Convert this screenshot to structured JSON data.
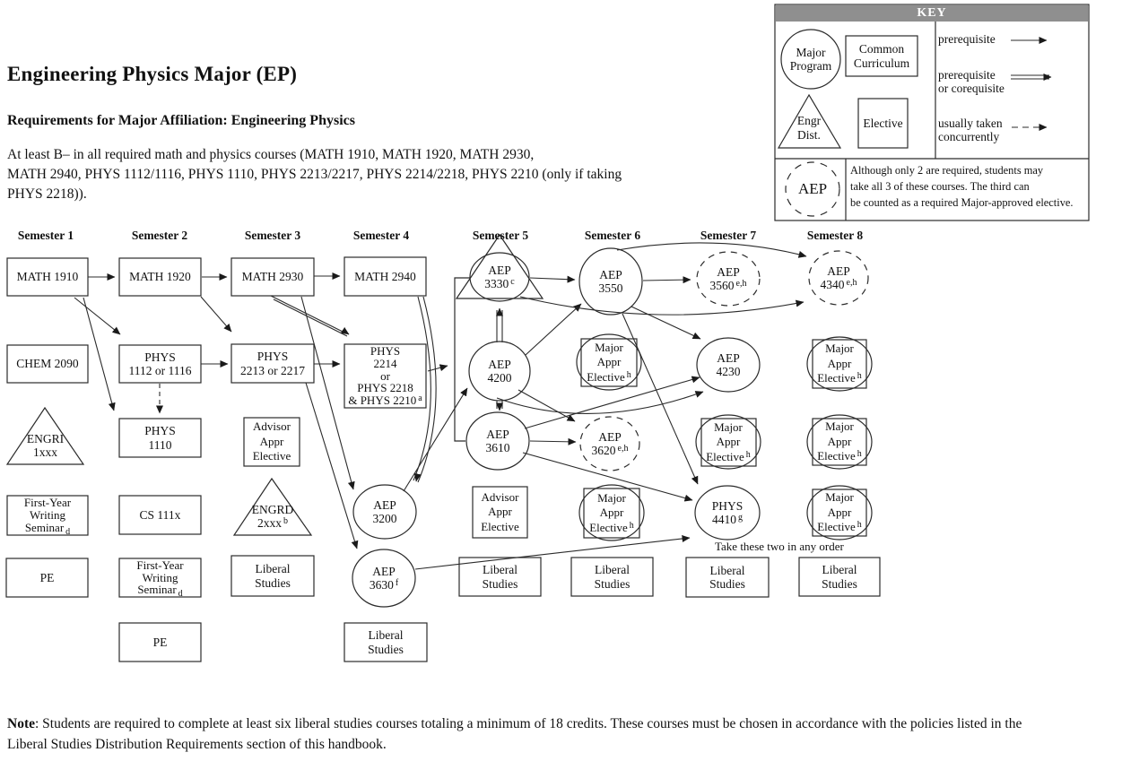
{
  "title": "Engineering Physics Major (EP)",
  "subtitle": "Requirements for Major Affiliation:  Engineering Physics",
  "requirements": {
    "line1": "At least B– in all required math and physics courses (MATH 1910, MATH 1920, MATH 2930,",
    "line2": "MATH 2940, PHYS 1112/1116, PHYS 1110, PHYS 2213/2217, PHYS 2214/2218, PHYS 2210 (only if taking",
    "line3": "PHYS 2218))."
  },
  "key": {
    "header": "KEY",
    "major_program": {
      "lines": [
        "Major",
        "Program"
      ]
    },
    "common_curriculum": {
      "lines": [
        "Common",
        "Curriculum"
      ]
    },
    "engr_dist": {
      "lines": [
        "Engr",
        "Dist."
      ]
    },
    "elective": "Elective",
    "legend": [
      {
        "line1": "prerequisite",
        "line2": "",
        "style": "single-arrow"
      },
      {
        "line1": "prerequisite",
        "line2": "or corequisite",
        "style": "double-arrow"
      },
      {
        "line1": "usually taken",
        "line2": "concurrently",
        "style": "dashed-arrow"
      }
    ],
    "aep_note": {
      "symbol": "AEP",
      "lines": [
        "Although only 2 are required, students may",
        "take all 3 of these courses. The third can",
        "be counted as a required Major-approved elective."
      ]
    }
  },
  "semesters": [
    "Semester 1",
    "Semester 2",
    "Semester 3",
    "Semester 4",
    "Semester 5",
    "Semester 6",
    "Semester 7",
    "Semester 8"
  ],
  "nodes": {
    "math1910": {
      "lines": [
        "MATH 1910"
      ]
    },
    "chem2090": {
      "lines": [
        "CHEM 2090"
      ]
    },
    "engri": {
      "lines": [
        "ENGRI",
        "1xxx"
      ]
    },
    "fyw": {
      "lines": [
        "First-Year",
        "Writing",
        "Seminar"
      ],
      "sub": "d"
    },
    "pe": {
      "lines": [
        "PE"
      ]
    },
    "math1920": {
      "lines": [
        "MATH 1920"
      ]
    },
    "phys1112": {
      "lines": [
        "PHYS",
        "1112 or 1116"
      ]
    },
    "phys1110": {
      "lines": [
        "PHYS",
        "1110"
      ]
    },
    "cs111x": {
      "lines": [
        "CS 111x"
      ]
    },
    "math2930": {
      "lines": [
        "MATH 2930"
      ]
    },
    "phys2213": {
      "lines": [
        "PHYS",
        "2213 or 2217"
      ]
    },
    "advisor": {
      "lines": [
        "Advisor",
        "Appr",
        "Elective"
      ]
    },
    "engrd": {
      "lines": [
        "ENGRD",
        "2xxx"
      ],
      "sup": "b"
    },
    "liberal": {
      "lines": [
        "Liberal",
        "Studies"
      ]
    },
    "math2940": {
      "lines": [
        "MATH 2940"
      ]
    },
    "phys2214": {
      "lines": [
        "PHYS",
        "2214",
        "or",
        "PHYS 2218",
        "& PHYS 2210"
      ],
      "sup": "a"
    },
    "aep3200": {
      "lines": [
        "AEP",
        "3200"
      ]
    },
    "aep3630": {
      "lines": [
        "AEP",
        "3630"
      ],
      "sup": "f"
    },
    "aep3330": {
      "lines": [
        "AEP",
        "3330"
      ],
      "sup": "c"
    },
    "aep4200": {
      "lines": [
        "AEP",
        "4200"
      ]
    },
    "aep3610": {
      "lines": [
        "AEP",
        "3610"
      ]
    },
    "aep3550": {
      "lines": [
        "AEP",
        "3550"
      ]
    },
    "major_appr": {
      "lines": [
        "Major",
        "Appr",
        "Elective"
      ],
      "sup": "h"
    },
    "aep3620": {
      "lines": [
        "AEP",
        "3620"
      ],
      "sup": "e,h"
    },
    "aep3560": {
      "lines": [
        "AEP",
        "3560"
      ],
      "sup": "e,h"
    },
    "aep4230": {
      "lines": [
        "AEP",
        "4230"
      ]
    },
    "phys4410": {
      "lines": [
        "PHYS",
        "4410"
      ],
      "sup": "g"
    },
    "aep4340": {
      "lines": [
        "AEP",
        "4340"
      ],
      "sup": "e,h"
    }
  },
  "annotations": {
    "take_order": "Take these two in any order"
  },
  "note": {
    "prefix": "Note",
    "line1": ": Students are required to complete at least six liberal studies courses totaling a minimum of 18 credits.  These courses must be chosen in accordance with the policies listed in the",
    "line2": "Liberal Studies Distribution Requirements section of this handbook."
  },
  "colors": {
    "line": "#2b2b2b",
    "key_header_bg": "#8f8f8f",
    "text": "#111111"
  }
}
